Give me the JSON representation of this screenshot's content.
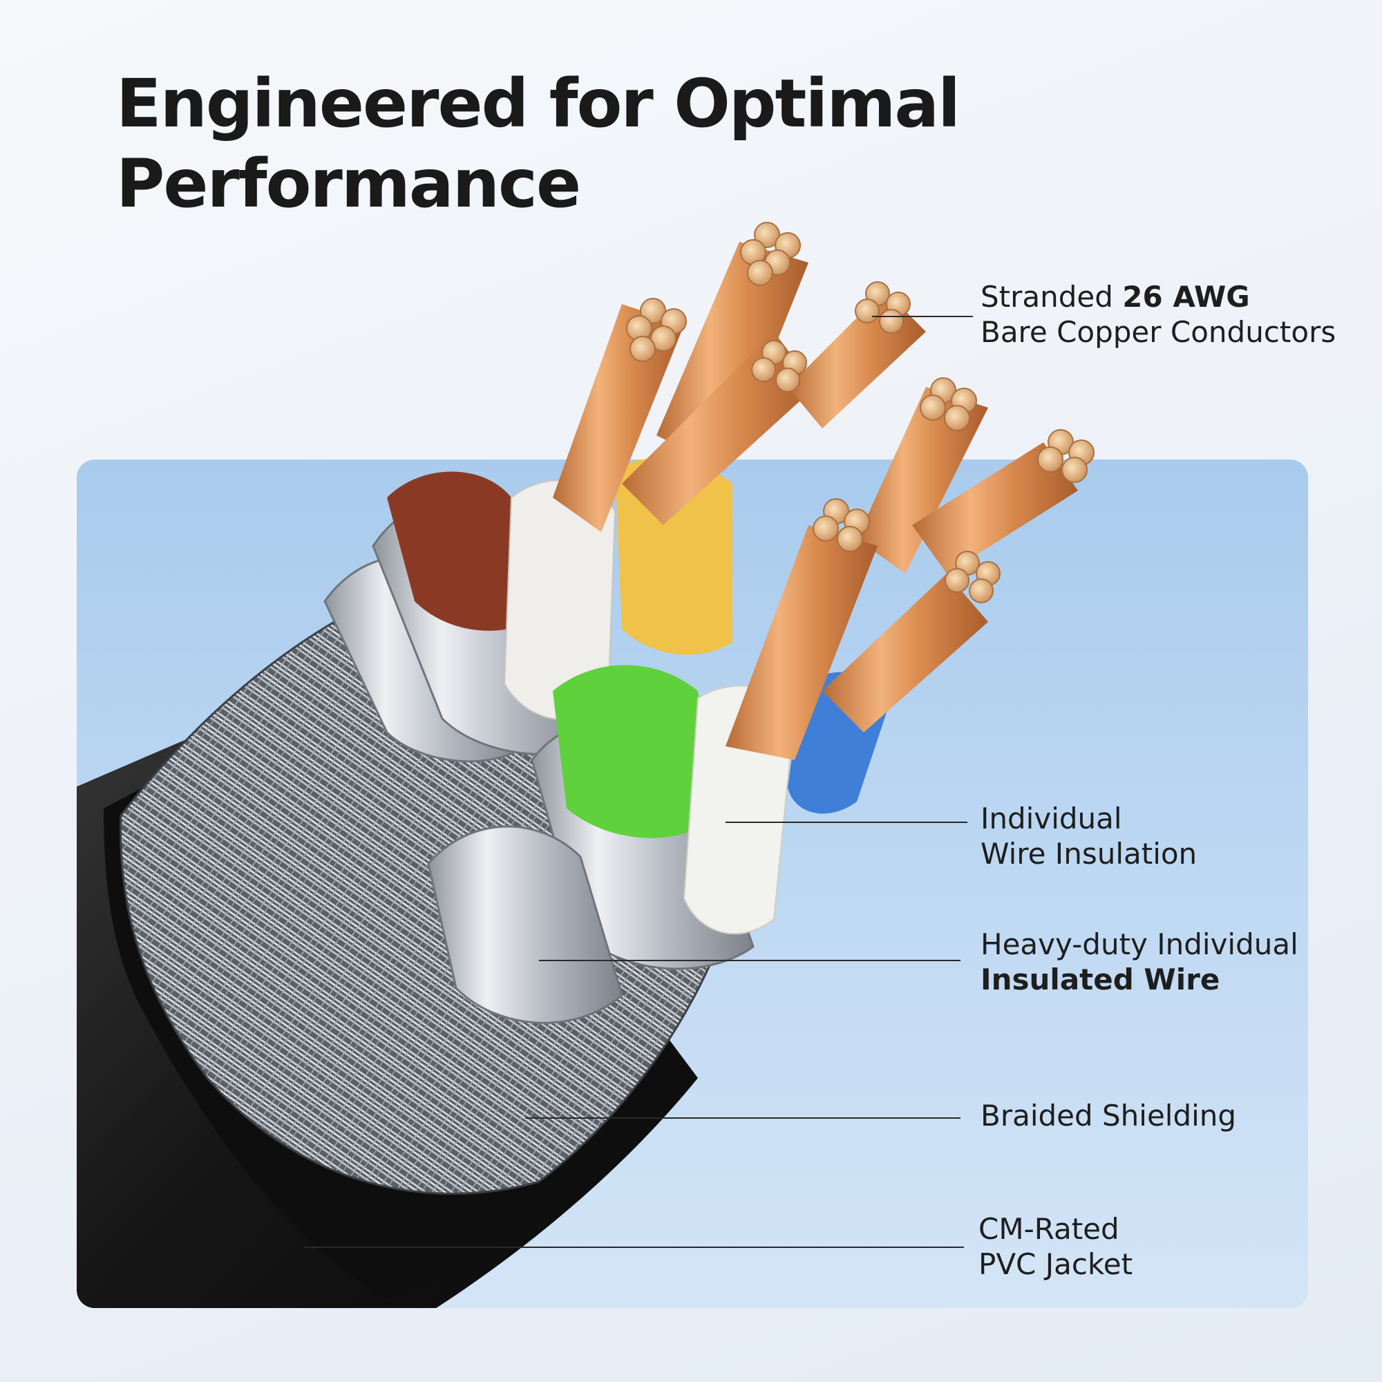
{
  "title": {
    "line1": "Engineered for Optimal",
    "line2": "Performance"
  },
  "labels": {
    "conductors": {
      "line1_prefix": "Stranded ",
      "line1_bold": "26 AWG",
      "line2": "Bare Copper Conductors"
    },
    "insulation": {
      "line1": "Individual",
      "line2": "Wire Insulation"
    },
    "insulated_wire": {
      "line1": "Heavy-duty Individual",
      "line2_bold": "Insulated Wire"
    },
    "shielding": {
      "line1": "Braided Shielding"
    },
    "jacket": {
      "line1": "CM-Rated",
      "line2": "PVC Jacket"
    }
  },
  "colors": {
    "jacket": "#1b1b1b",
    "copper": "#d9935a",
    "brown_insulation": "#8a3a24",
    "yellow_insulation": "#f0c24a",
    "green_insulation": "#5fd13c",
    "blue_insulation": "#3f7fd8",
    "foil": "#c9ccd2",
    "panel": "#bcd7f2"
  }
}
